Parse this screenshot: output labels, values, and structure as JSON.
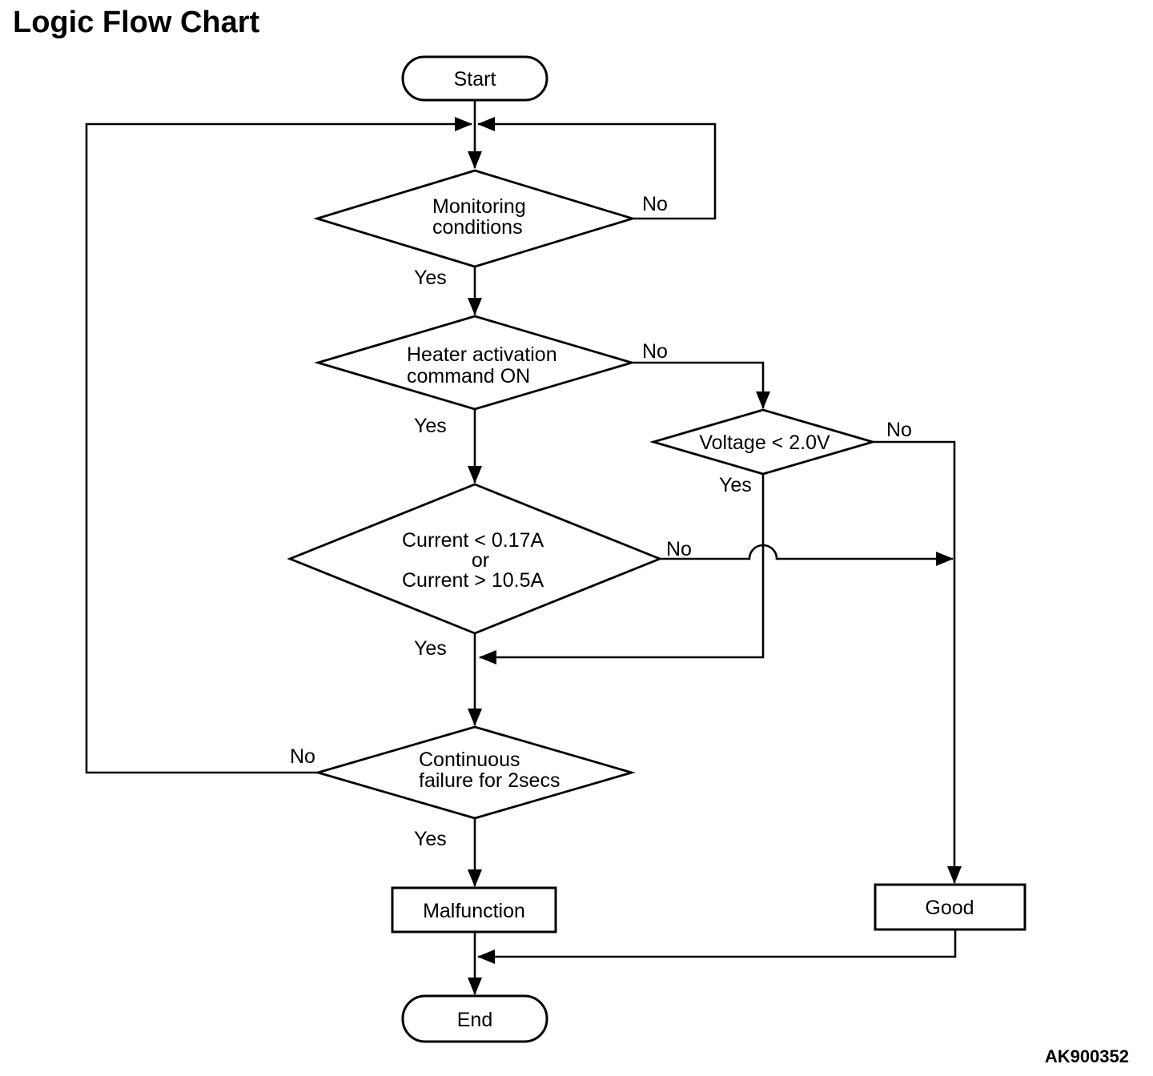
{
  "title": "Logic Flow Chart",
  "figure_code": "AK900352",
  "colors": {
    "ink": "#000000",
    "background": "#ffffff"
  },
  "diagram_type": "flowchart",
  "nodes": {
    "start": {
      "type": "terminator",
      "label": "Start"
    },
    "monitoring": {
      "type": "decision",
      "lines": [
        "Monitoring",
        "conditions"
      ]
    },
    "heater": {
      "type": "decision",
      "lines": [
        "Heater activation",
        "command ON"
      ]
    },
    "voltage": {
      "type": "decision",
      "lines": [
        "Voltage < 2.0V"
      ]
    },
    "current": {
      "type": "decision",
      "lines": [
        "Current < 0.17A",
        "or",
        "Current > 10.5A"
      ]
    },
    "continuous": {
      "type": "decision",
      "lines": [
        "Continuous",
        "failure for 2secs"
      ]
    },
    "malfunction": {
      "type": "process",
      "label": "Malfunction"
    },
    "good": {
      "type": "process",
      "label": "Good"
    },
    "end": {
      "type": "terminator",
      "label": "End"
    }
  },
  "edge_labels": {
    "monitoring_yes": "Yes",
    "monitoring_no": "No",
    "heater_yes": "Yes",
    "heater_no": "No",
    "voltage_yes": "Yes",
    "voltage_no": "No",
    "current_yes": "Yes",
    "current_no": "No",
    "continuous_yes": "Yes",
    "continuous_no": "No"
  }
}
